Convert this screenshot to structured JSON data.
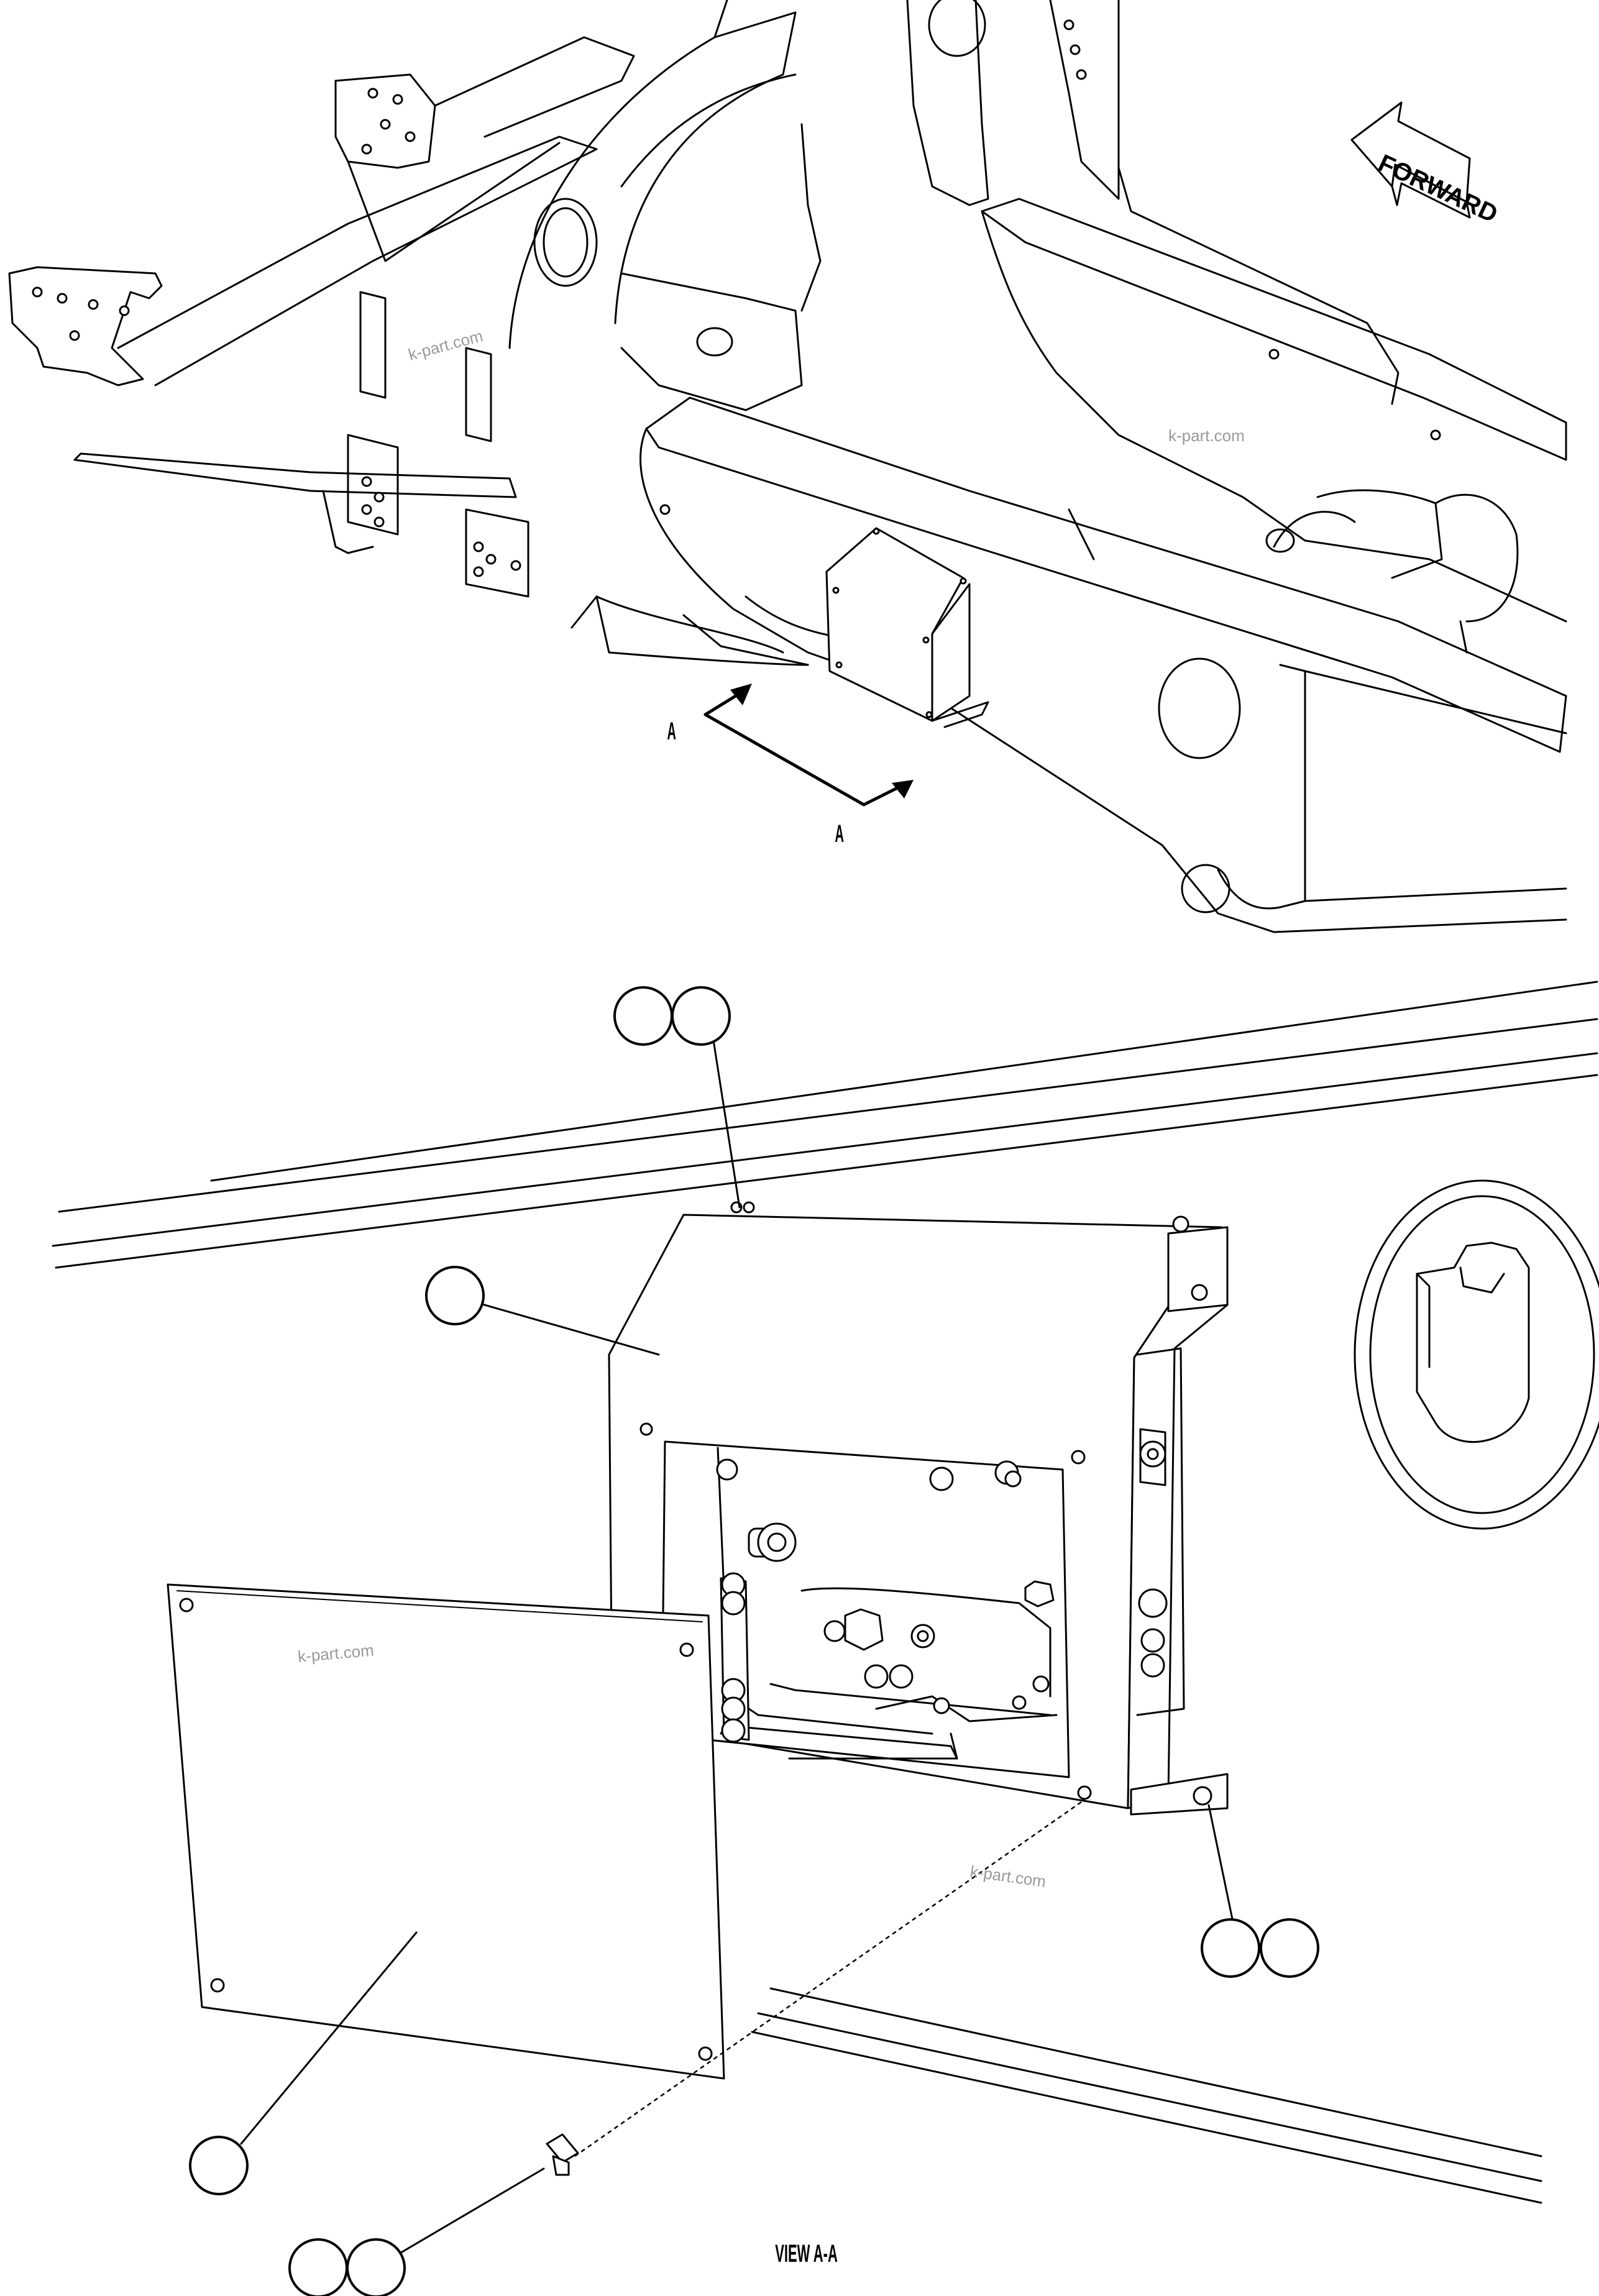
{
  "diagram": {
    "direction_arrow_label": "FORWARD",
    "section_marker_top": "A",
    "section_marker_bottom": "A",
    "view_caption": "VIEW A-A",
    "watermarks": [
      "k-part.com",
      "k-part.com",
      "k-part.com",
      "k-part.com"
    ],
    "callout_groups": [
      {
        "id": "top-bolt-pair",
        "count": 2
      },
      {
        "id": "housing",
        "count": 1
      },
      {
        "id": "right-bolt-pair",
        "count": 2
      },
      {
        "id": "cover-plate",
        "count": 1
      },
      {
        "id": "bottom-bolt-pair",
        "count": 2
      }
    ]
  }
}
